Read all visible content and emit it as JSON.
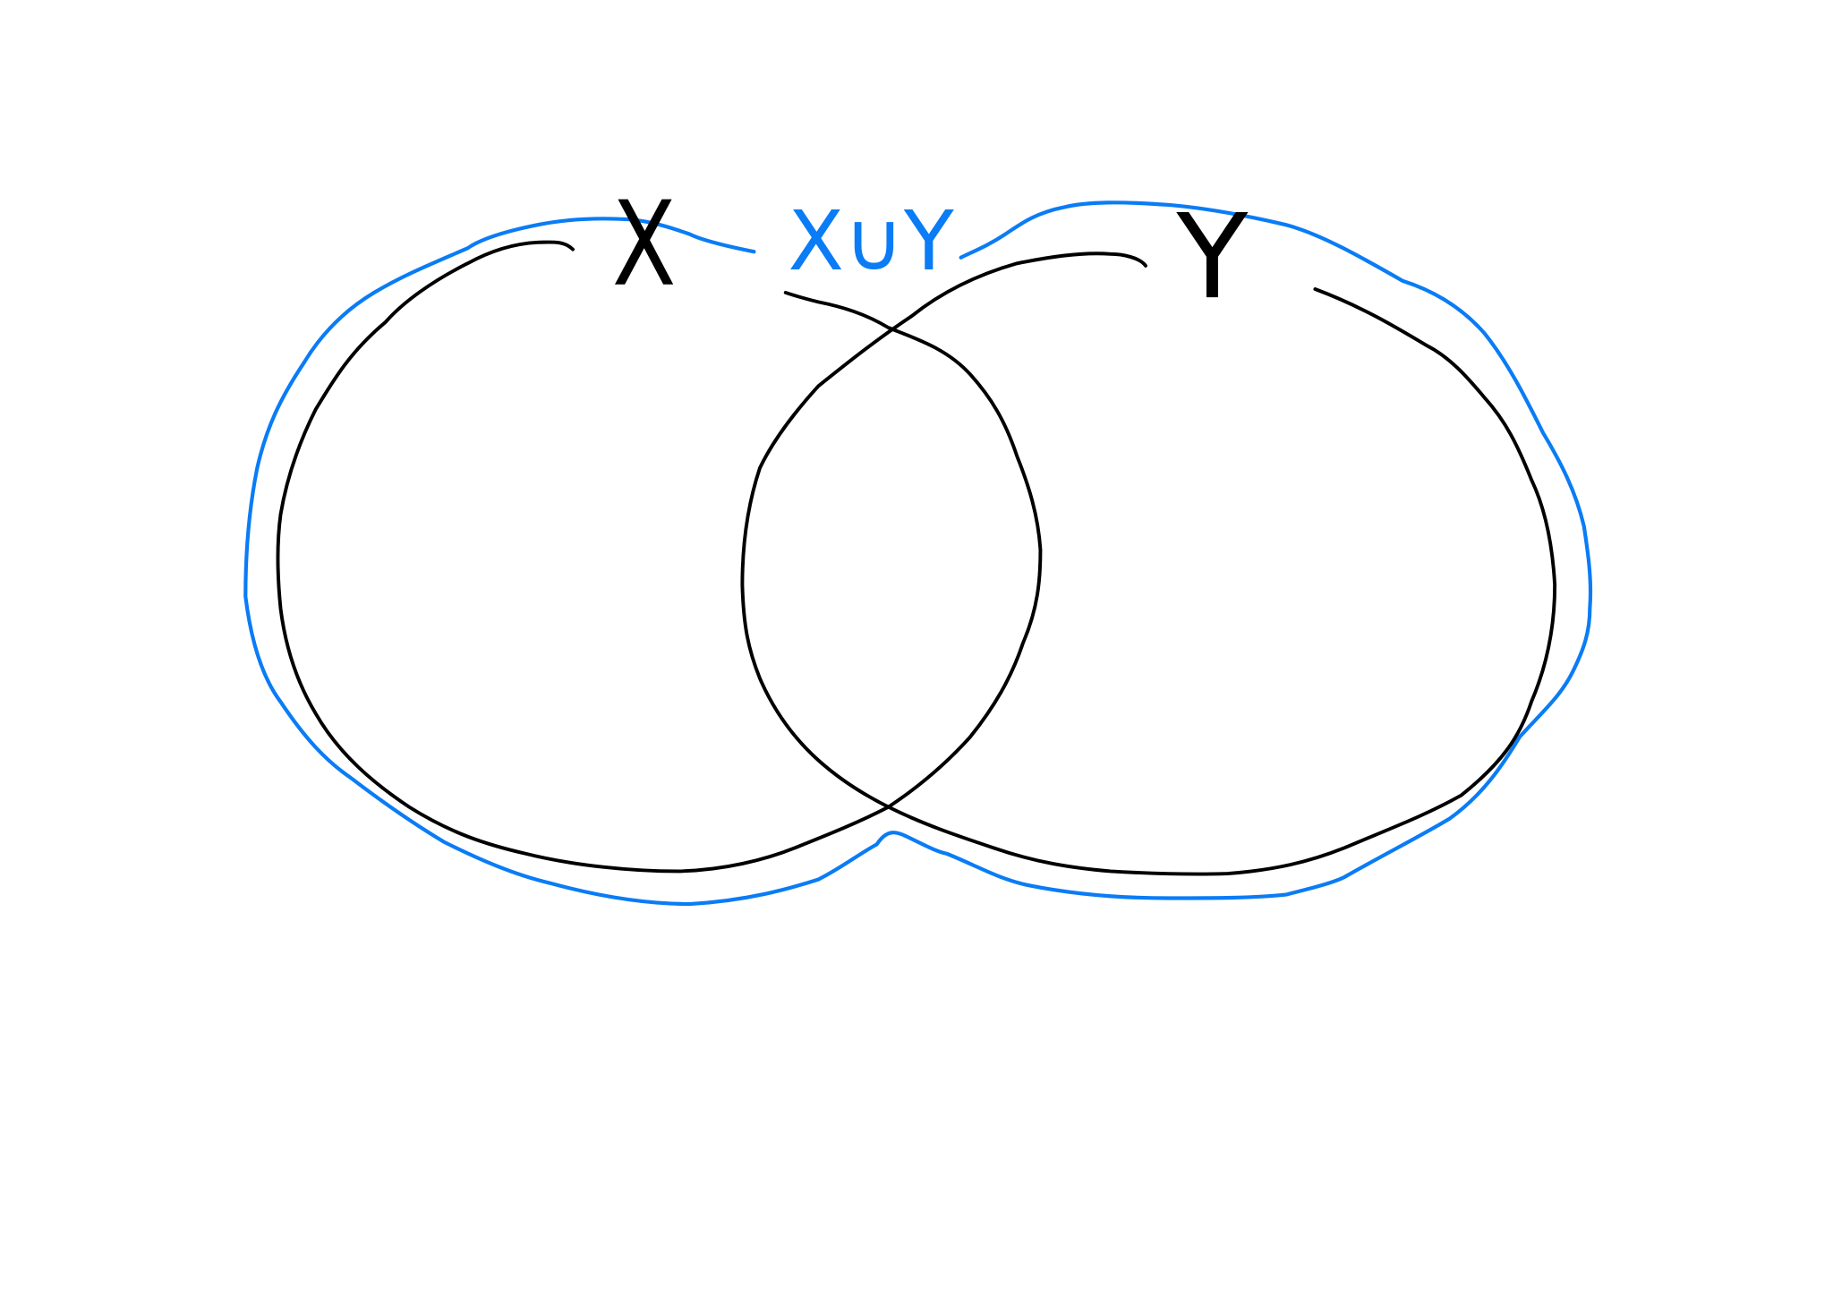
{
  "diagram": {
    "type": "venn",
    "sets": [
      {
        "label": "X",
        "color": "#000000"
      },
      {
        "label": "Y",
        "color": "#000000"
      }
    ],
    "union": {
      "label": "X∪Y",
      "color": "#0a7cf5"
    }
  }
}
